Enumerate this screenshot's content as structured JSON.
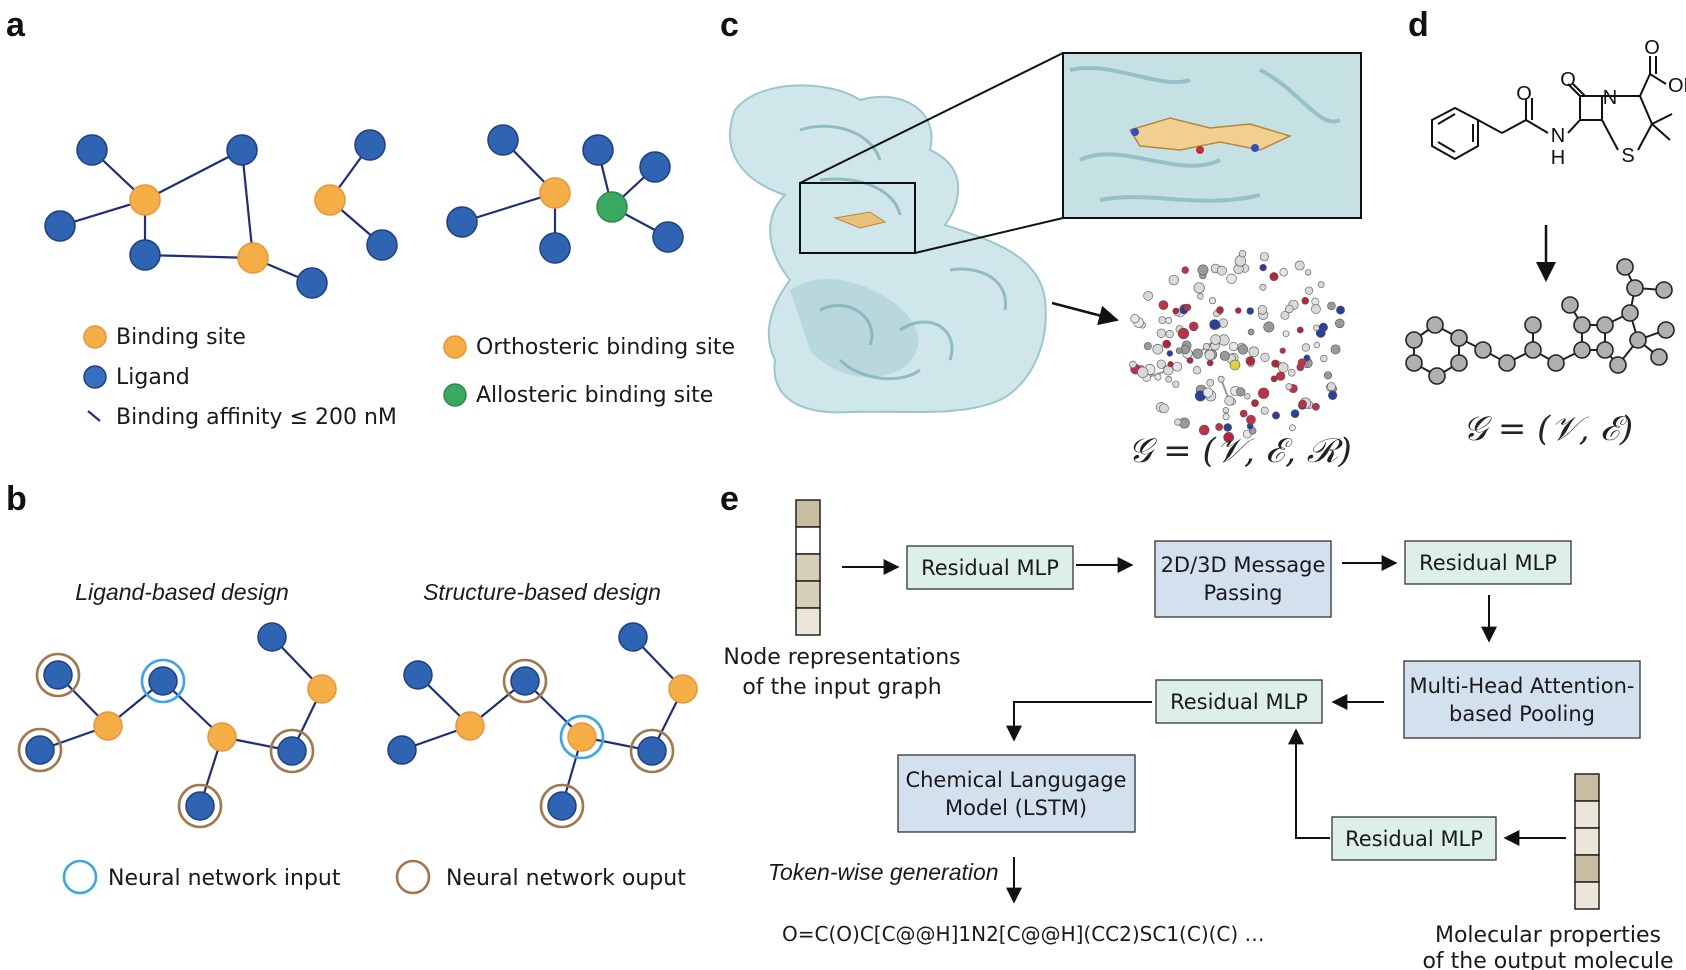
{
  "panels": {
    "a": "a",
    "b": "b",
    "c": "c",
    "d": "d",
    "e": "e"
  },
  "colors": {
    "ligand": "#2f64b3",
    "ligand_stroke": "#1e3f86",
    "binding_site": "#f5ae46",
    "binding_stroke": "#e8953a",
    "allosteric": "#3aa85f",
    "edge": "#1f2d7a",
    "nn_input": "#3aa7e8",
    "nn_output": "#a0784d",
    "box_green": "#dcefe9",
    "box_blue": "#d3e1ef",
    "protein": "#b7d8dc",
    "mol_node": "#b0b0b0"
  },
  "panel_a": {
    "legend_left": [
      "Binding site",
      "Ligand",
      "Binding affinity ≤ 200 nM"
    ],
    "legend_right": [
      "Orthosteric binding site",
      "Allosteric binding site"
    ]
  },
  "panel_b": {
    "title_left": "Ligand-based design",
    "title_right": "Structure-based design",
    "legend_input": "Neural network input",
    "legend_output": "Neural network ouput"
  },
  "panel_c": {
    "formula": "𝒢 = (𝒱, ℰ, ℛ)"
  },
  "panel_d": {
    "formula": "𝒢 = (𝒱, ℰ)",
    "atoms": {
      "o1": "O",
      "o2": "O",
      "oh": "OH",
      "n1": "N",
      "n2": "N",
      "h": "H",
      "s": "S"
    }
  },
  "panel_e": {
    "node_repr_line1": "Node representations",
    "node_repr_line2": "of the input graph",
    "box_mlp1": "Residual MLP",
    "box_mp_line1": "2D/3D Message",
    "box_mp_line2": "Passing",
    "box_mlp2": "Residual MLP",
    "box_attn_line1": "Multi-Head Attention-",
    "box_attn_line2": "based Pooling",
    "box_mlp3": "Residual MLP",
    "box_clm_line1": "Chemical Langugage",
    "box_clm_line2": "Model (LSTM)",
    "box_mlp4": "Residual MLP",
    "token_wise": "Token-wise generation",
    "smiles": "O=C(O)C[C@@H]1N2[C@@H](CC2)SC1(C)(C) …",
    "mol_props_line1": "Molecular properties",
    "mol_props_line2": "of the output molecule"
  }
}
